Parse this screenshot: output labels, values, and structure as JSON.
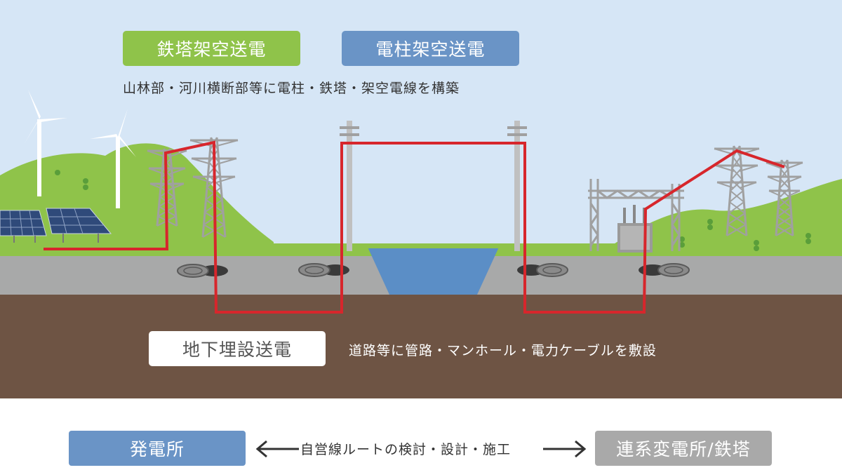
{
  "labels": {
    "overhead_tower": "鉄塔架空送電",
    "overhead_pole": "電柱架空送電",
    "overhead_caption": "山林部・河川横断部等に電柱・鉄塔・架空電線を構築",
    "underground": "地下埋設送電",
    "underground_caption": "道路等に管路・マンホール・電力ケーブルを敷設",
    "station": "発電所",
    "route": "自営線ルートの検討・設計・施工",
    "destination": "連系変電所/鉄塔"
  },
  "colors": {
    "sky": "#d6e6f6",
    "grass": "#8fc34a",
    "hill_dark": "#7cb342",
    "road": "#a8a9a9",
    "soil": "#6e5444",
    "river": "#5b8ec6",
    "power_line": "#d7262c",
    "tower": "#a0a0a0",
    "green_tag": "#8fc34a",
    "blue_tag": "#6a94c6",
    "gray_tag": "#a9a9a9"
  },
  "icons": [
    "wind-turbine-icon",
    "solar-panel-icon",
    "transmission-tower-icon",
    "utility-pole-icon",
    "manhole-icon",
    "substation-icon",
    "transformer-icon"
  ]
}
